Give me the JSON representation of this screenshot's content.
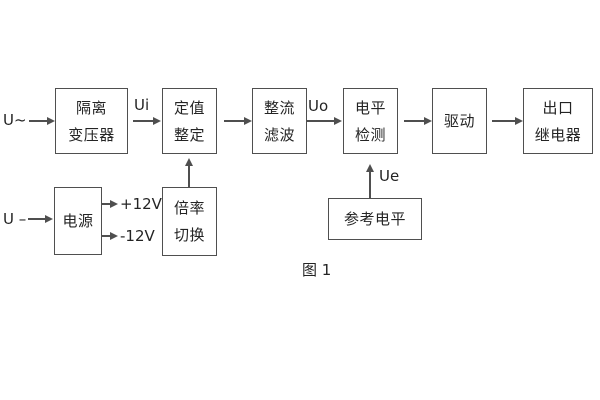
{
  "figure": {
    "caption": "图 1",
    "colors": {
      "background": "#ffffff",
      "line": "#4f4f4f",
      "text": "#242424"
    },
    "blocks": {
      "isolation_transformer": {
        "line1": "隔离",
        "line2": "变压器"
      },
      "setting_adjustment": {
        "line1": "定值",
        "line2": "整定"
      },
      "rectify_filter": {
        "line1": "整流",
        "line2": "滤波"
      },
      "level_detection": {
        "line1": "电平",
        "line2": "检测"
      },
      "driver": {
        "line1": "驱动"
      },
      "output_relay": {
        "line1": "出口",
        "line2": "继电器"
      },
      "power_supply": {
        "line1": "电源"
      },
      "ratio_switch": {
        "line1": "倍率",
        "line2": "切换"
      },
      "reference_level": {
        "line1": "参考电平"
      }
    },
    "signals": {
      "ac_input": "U~",
      "dc_input": "U –",
      "ui": "Ui",
      "uo": "Uo",
      "ue": "Ue",
      "plus_12v": "+12V",
      "minus_12v": "-12V"
    }
  }
}
